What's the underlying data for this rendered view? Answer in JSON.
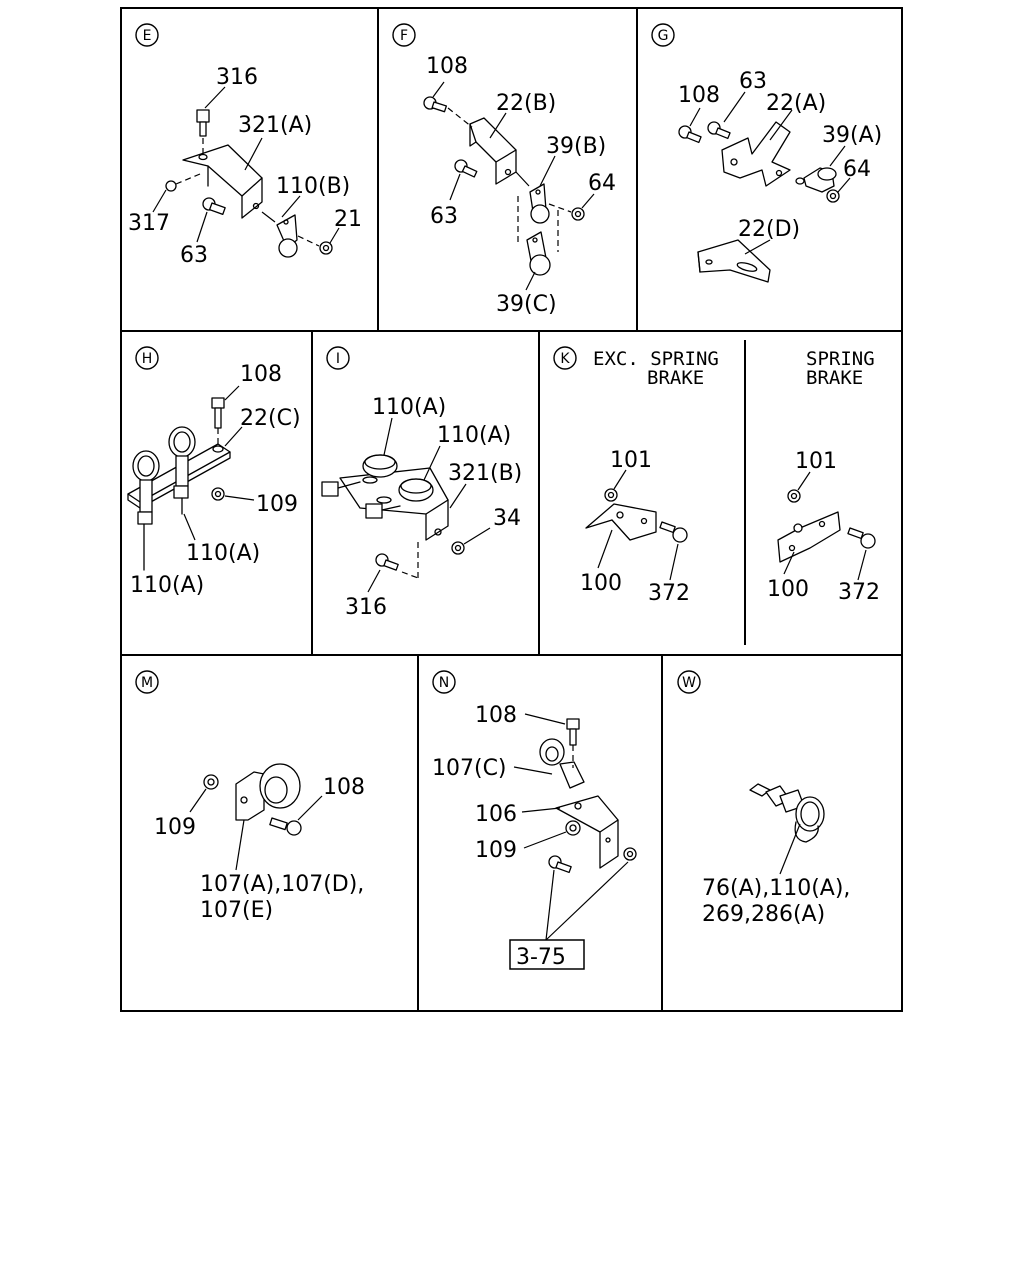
{
  "sections": {
    "E": {
      "letter": "E",
      "labels": {
        "l316": "316",
        "l321a": "321(A)",
        "l110b": "110(B)",
        "l317": "317",
        "l21": "21",
        "l63": "63"
      }
    },
    "F": {
      "letter": "F",
      "labels": {
        "l108": "108",
        "l22b": "22(B)",
        "l39b": "39(B)",
        "l64": "64",
        "l63": "63",
        "l39c": "39(C)"
      }
    },
    "G": {
      "letter": "G",
      "labels": {
        "l108": "108",
        "l63": "63",
        "l22a": "22(A)",
        "l39a": "39(A)",
        "l64": "64",
        "l22d": "22(D)"
      }
    },
    "H": {
      "letter": "H",
      "labels": {
        "l108": "108",
        "l22c": "22(C)",
        "l109": "109",
        "l110a_1": "110(A)",
        "l110a_2": "110(A)"
      }
    },
    "I": {
      "letter": "I",
      "labels": {
        "l110a_1": "110(A)",
        "l110a_2": "110(A)",
        "l321b": "321(B)",
        "l34": "34",
        "l316": "316"
      }
    },
    "K": {
      "letter": "K",
      "note_left_1": "EXC. SPRING",
      "note_left_2": "BRAKE",
      "note_right_1": "SPRING",
      "note_right_2": "BRAKE",
      "labels": {
        "l101a": "101",
        "l100a": "100",
        "l372a": "372",
        "l101b": "101",
        "l100b": "100",
        "l372b": "372"
      }
    },
    "M": {
      "letter": "M",
      "labels": {
        "l109": "109",
        "l108": "108",
        "l107_1": "107(A),107(D),",
        "l107_2": "107(E)"
      }
    },
    "N": {
      "letter": "N",
      "labels": {
        "l108": "108",
        "l107c": "107(C)",
        "l106": "106",
        "l109": "109",
        "ref": "3-75"
      }
    },
    "W": {
      "letter": "W",
      "labels": {
        "l_1": "76(A),110(A),",
        "l_2": "269,286(A)"
      }
    }
  }
}
